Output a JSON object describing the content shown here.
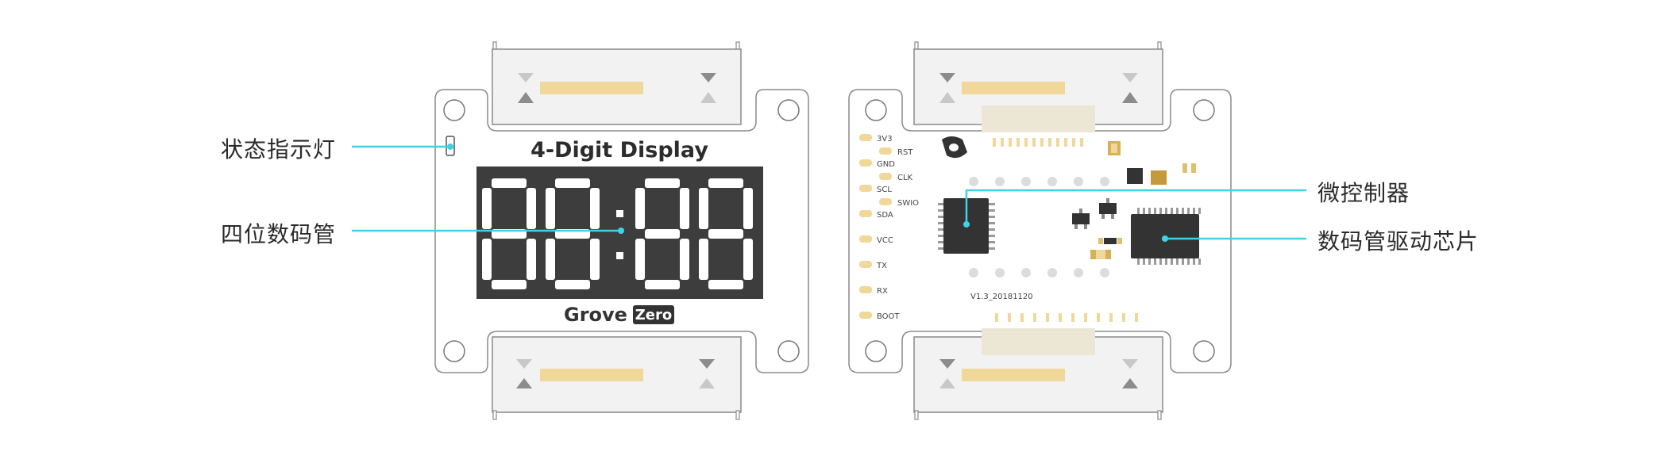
{
  "front": {
    "title": "4-Digit Display",
    "brand_main": "Grove",
    "brand_badge": "Zero"
  },
  "back": {
    "pin_labels_left": [
      "3V3",
      "GND",
      "SCL",
      "SDA",
      "VCC",
      "TX",
      "RX",
      "BOOT"
    ],
    "pin_labels_right": [
      "RST",
      "CLK",
      "SWIO"
    ],
    "version": "V1.3_20181120"
  },
  "callouts": {
    "status_led": "状态指示灯",
    "four_digit_tube": "四位数码管",
    "microcontroller": "微控制器",
    "tube_driver_chip": "数码管驱动芯片"
  },
  "colors": {
    "board_outline": "#8a8a8a",
    "connector_fill": "#f2f2f2",
    "pin_gold": "#f0d89a",
    "display_bg": "#3d3d3d",
    "segment": "#ffffff",
    "chip": "#333333",
    "callout_line": "#3fd3e8"
  }
}
